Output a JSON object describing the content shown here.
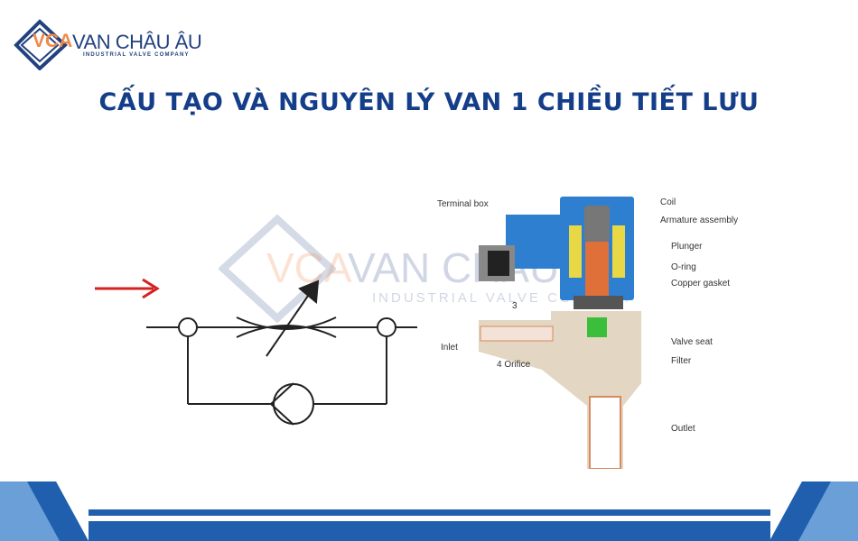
{
  "logo": {
    "mark": "VCA",
    "name": "VAN CHÂU ÂU",
    "tagline": "INDUSTRIAL VALVE COMPANY"
  },
  "title": "CẤU TẠO VÀ NGUYÊN LÝ VAN 1 CHIỀU TIẾT LƯU",
  "watermark": {
    "mark": "VCA",
    "name": "VAN CHÂU ÂU",
    "tagline": "INDUSTRIAL VALVE COMPANY"
  },
  "diagram_labels": {
    "terminal_box": "Terminal box",
    "coil": "Coil",
    "armature": "Armature assembly",
    "plunger": "Plunger",
    "oring": "O-ring",
    "gasket": "Copper gasket",
    "three": "3",
    "inlet": "Inlet",
    "orifice": "4 Orifice",
    "valve_seat": "Valve seat",
    "filter": "Filter",
    "outlet": "Outlet"
  },
  "colors": {
    "title": "#153e8a",
    "accent_blue": "#1f5fae",
    "logo_orange": "#f0884a",
    "flow_arrow": "#d62020"
  }
}
